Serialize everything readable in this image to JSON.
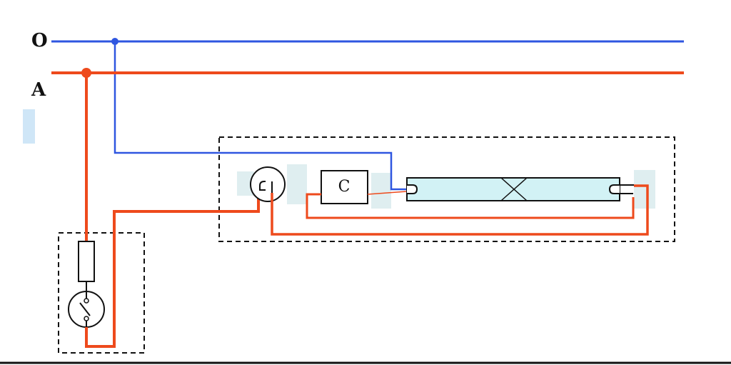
{
  "labels": {
    "neutral": "O",
    "phase": "A",
    "capacitor": "C"
  },
  "colors": {
    "neutral_wire": "#2f56e0",
    "phase_wire": "#ee4a1c",
    "highlight": "#cfe6f7",
    "tube_fill": "#d2f2f5",
    "outline": "#111111",
    "background": "#ffffff"
  }
}
